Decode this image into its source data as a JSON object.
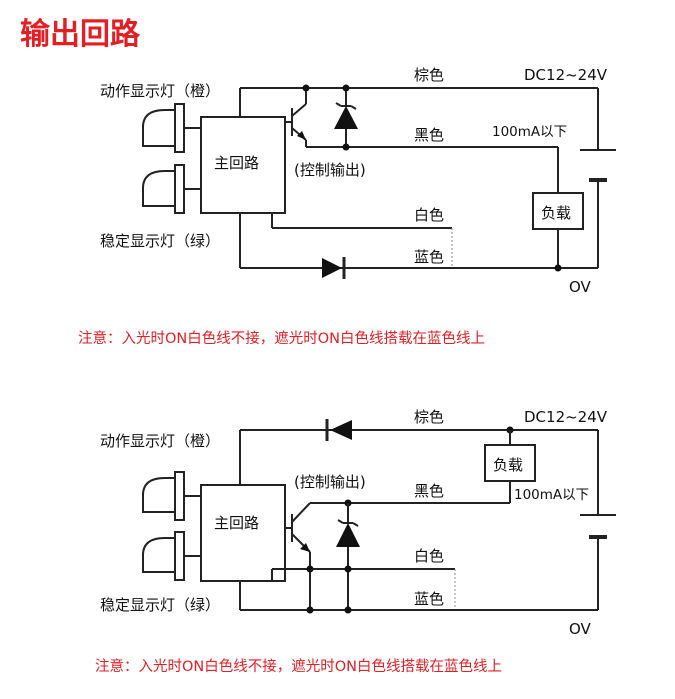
{
  "title": "输出回路",
  "labels": {
    "action_lamp": "动作显示灯（橙）",
    "stable_lamp": "稳定显示灯（绿）",
    "main_circuit": "主回路",
    "control_output": "(控制输出)",
    "brown": "棕色",
    "black": "黑色",
    "white": "白色",
    "blue": "蓝色",
    "supply": "DC12~24V",
    "current": "100mA以下",
    "load": "负载",
    "zero_v": "OV"
  },
  "note": "注意：入光时ON白色线不接，遮光时ON白色线搭载在蓝色线上"
}
